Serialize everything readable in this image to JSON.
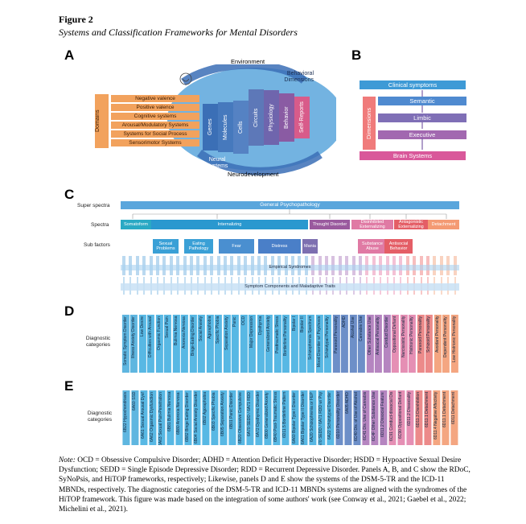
{
  "figure": {
    "number": "Figure 2",
    "title": "Systems and Classification Frameworks for Mental Disorders"
  },
  "panel_a": {
    "letter": "A",
    "environment": "Environment",
    "behavioral": "Behavioral\nDimensions",
    "neural": "Neural\nSystems",
    "neurodevelopment": "Neurodevelopment",
    "domains_label": "Domains",
    "domains": [
      "Negative valence",
      "Positive valence",
      "Cognitive systems",
      "Arousal/Modulatory Systems",
      "Systems for Social Process",
      "Sensorimotor Systems"
    ],
    "units": [
      "Genes",
      "Molecules",
      "Cells",
      "Circuits",
      "Physiology",
      "Behavior",
      "Self-Reports"
    ]
  },
  "panel_b": {
    "letter": "B",
    "clinical": "Clinical symptoms",
    "dimensions_label": "Dimensions",
    "levels": [
      "Semantic",
      "Limbic",
      "Executive"
    ],
    "brain": "Brain Systems"
  },
  "panel_c": {
    "letter": "C",
    "row_labels": [
      "Super spectra",
      "Spectra",
      "Sub factors"
    ],
    "super": "General Psychopathology",
    "spectra": [
      "Somatoform",
      "Internalizing",
      "Thought Disorder",
      "Disinhibited\nExternalizing",
      "Antagonistic\nExternalizing",
      "Detachment"
    ],
    "subfactors": [
      "Sexual\nProblems",
      "Eating\nPathology",
      "Fear",
      "Distress",
      "Mania",
      "Substance\nAbuse",
      "Antisocial\nBehavior"
    ],
    "syndromes": "Empirical Syndromes",
    "traits": "Symptom Components and Maladaptive Traits"
  },
  "panel_d": {
    "letter": "D",
    "label": "Diagnostic\ncategories",
    "items": [
      "Somatic Symptom Disorder",
      "Illness Anxiety Disorder",
      "Low Desire",
      "Difficulties with Arousal",
      "Orgasmic Function",
      "Sexual Pain",
      "Bulimia Nervosa",
      "Anorexia Nervosa",
      "Binge-Eating Disorder",
      "Social Anxiety",
      "Agoraphobia",
      "Specific Phobia",
      "Separation Anxiety",
      "Panic",
      "OCD",
      "Major Depression",
      "Dysthymia",
      "Generalized Anxiety",
      "Posttraumatic Stress",
      "Borderline Personality",
      "Bipolar I",
      "Bipolar II",
      "Schizophrenia Spectrum",
      "Mood Disorder w/ Psychosis",
      "Schizotypal Personality",
      "Paranoid Personality",
      "ADHD",
      "Alcohol Use",
      "Cannabis Use",
      "Other Substance Use",
      "Antisocial Personality",
      "Conduct Disorder",
      "Oppositional Defiant",
      "Narcissistic Personality",
      "Histrionic Personality",
      "Paranoid Personality",
      "Schizoid Personality",
      "Avoidant Personality",
      "Dependent Personality",
      "Low Histrionic Personality"
    ]
  },
  "panel_e": {
    "letter": "E",
    "label": "Diagnostic\ncategories",
    "items": [
      "6B22 Hypochondriasis",
      "6A60 SSD",
      "6A61 Sexual Arousal Dysf",
      "6A62 Orgasmic Dysfunction",
      "6A63 Sexual Pain-Penetration",
      "6B81 Bulimia Nervosa",
      "6B80 Anorexia Nervosa",
      "6B82 Binge Eating Disorder",
      "6B04 Social Anxiety Disorder",
      "6B02 Agoraphobia",
      "6B03 Specific Phobia",
      "6B05 Separation Anxiety",
      "6B01 Panic Disorder",
      "6B20 Obsessive Compulsive",
      "6A70 SEDD / 6A71 RDD",
      "6A72 Dysthymic Disorder",
      "6B00 Generalized Anxiety",
      "6B40 Post-Traumatic Stress",
      "6D11.5 Borderline Pattern",
      "6A60 Bipolar Type I Disorder",
      "6A61 Bipolar Type II Disorder",
      "6A20 Schizophrenia or FEP",
      "6A70 SEDD / 6A71 RDD w/ Psy",
      "6A22 Schizotypal Disorder",
      "6D10 Personality Disorder",
      "6A05 ADHD",
      "6C40 Dis. of Use of Alcohol",
      "6C41 Dis. Use of Cannabis",
      "6C4F Other Substance Use",
      "6D11.2 Dissocial Feature",
      "6C91 Conduct-dissocial Dis",
      "6C90 Oppositional Defiant",
      "6D11.2 Dissociality",
      "6D11.3 Disinhibition",
      "6D11.1 Detachment",
      "6D11.4 Negative Affectivity",
      "6D11.1 Detachment",
      "6D11 Detachment"
    ]
  },
  "note": {
    "prefix": "Note:",
    "text": " OCD = Obsessive Compulsive Disorder; ADHD = Attention Deficit Hyperactive Disorder; HSDD = Hypoactive Sexual Desire Dysfunction; SEDD = Single Episode Depressive Disorder; RDD = Recurrent Depressive Disorder. Panels A, B, and C show the RDoC, SyNoPsis, and HiTOP frameworks, respectively; Likewise, panels D and E show the systems of the DSM-5-TR and the ICD-11 MBNDs, respectively. The diagnostic categories of the DSM-5-TR and ICD-11 MBNDs systems are aligned with the syndromes of the HiTOP framework. This figure was made based on the integration of some authors' work (see Conway et al., 2021; Gaebel et al., 2022; Michelini et al., 2021)."
  },
  "colors": {
    "orange": "#f2a25d",
    "blue": "#3b6fb6",
    "lightblue": "#5aa6dc",
    "purple": "#7d5fa8",
    "pink": "#d95590",
    "red": "#e05a5a",
    "teal": "#2aa9c4",
    "salmon": "#f4a07f"
  }
}
